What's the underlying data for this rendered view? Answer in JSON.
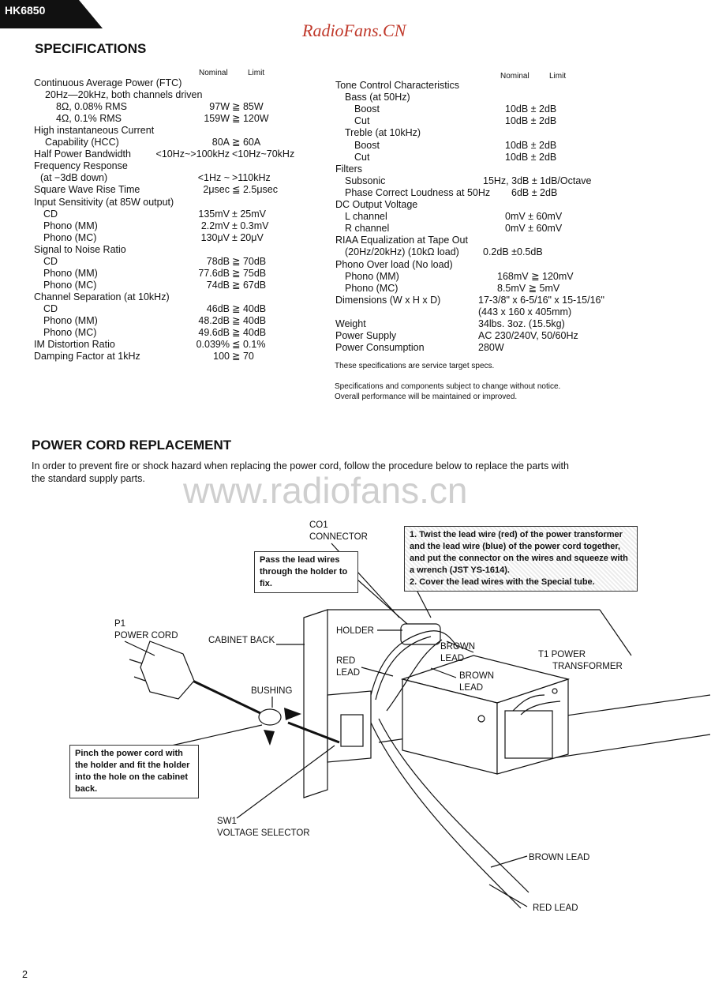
{
  "header": {
    "model": "HK6850",
    "watermark_top": "RadioFans.CN",
    "watermark_mid": "www.radiofans.cn"
  },
  "specs": {
    "title": "SPECIFICATIONS",
    "col_nominal": "Nominal",
    "col_limit": "Limit",
    "left_rows": [
      {
        "label": "Continuous Average Power (FTC)",
        "nominal": "",
        "limit": ""
      },
      {
        "label": "20Hz—20kHz, both channels driven",
        "nominal": "",
        "limit": ""
      },
      {
        "label": "8Ω, 0.08% RMS",
        "nominal": "97W",
        "limit": "≧ 85W"
      },
      {
        "label": "4Ω, 0.1% RMS",
        "nominal": "159W",
        "limit": "≧ 120W"
      },
      {
        "label": "High instantaneous Current",
        "nominal": "",
        "limit": ""
      },
      {
        "label": "Capability (HCC)",
        "nominal": "80A",
        "limit": "≧ 60A"
      },
      {
        "label": "Half Power Bandwidth",
        "nominal": "<10Hz~>100kHz",
        "limit": "<10Hz~70kHz"
      },
      {
        "label": "Frequency Response",
        "nominal": "",
        "limit": ""
      },
      {
        "label": "(at −3dB down)",
        "nominal": "<1Hz ~",
        "limit": ">110kHz"
      },
      {
        "label": "Square Wave Rise Time",
        "nominal": "2μsec",
        "limit": "≦ 2.5μsec"
      },
      {
        "label": "Input Sensitivity (at 85W output)",
        "nominal": "",
        "limit": ""
      },
      {
        "label": "CD",
        "nominal": "135mV",
        "limit": "± 25mV"
      },
      {
        "label": "Phono (MM)",
        "nominal": "2.2mV",
        "limit": "± 0.3mV"
      },
      {
        "label": "Phono (MC)",
        "nominal": "130μV",
        "limit": "± 20μV"
      },
      {
        "label": "Signal to Noise Ratio",
        "nominal": "",
        "limit": ""
      },
      {
        "label": "CD",
        "nominal": "78dB",
        "limit": "≧ 70dB"
      },
      {
        "label": "Phono (MM)",
        "nominal": "77.6dB",
        "limit": "≧ 75dB"
      },
      {
        "label": "Phono (MC)",
        "nominal": "74dB",
        "limit": "≧ 67dB"
      },
      {
        "label": "Channel Separation (at 10kHz)",
        "nominal": "",
        "limit": ""
      },
      {
        "label": "CD",
        "nominal": "46dB",
        "limit": "≧ 40dB"
      },
      {
        "label": "Phono (MM)",
        "nominal": "48.2dB",
        "limit": "≧ 40dB"
      },
      {
        "label": "Phono (MC)",
        "nominal": "49.6dB",
        "limit": "≧ 40dB"
      },
      {
        "label": "IM Distortion Ratio",
        "nominal": "0.039%",
        "limit": "≦ 0.1%"
      },
      {
        "label": "Damping Factor at 1kHz",
        "nominal": "100",
        "limit": "≧ 70"
      }
    ],
    "right_rows": [
      {
        "label": "Tone Control Characteristics",
        "value": ""
      },
      {
        "label": "Bass (at 50Hz)",
        "value": ""
      },
      {
        "label": "Boost",
        "value": "10dB ± 2dB"
      },
      {
        "label": "Cut",
        "value": "10dB ± 2dB"
      },
      {
        "label": "Treble (at 10kHz)",
        "value": ""
      },
      {
        "label": "Boost",
        "value": "10dB ± 2dB"
      },
      {
        "label": "Cut",
        "value": "10dB ± 2dB"
      },
      {
        "label": "Filters",
        "value": ""
      },
      {
        "label": "Subsonic",
        "value": "15Hz, 3dB ± 1dB/Octave"
      },
      {
        "label": "Phase Correct Loudness at 50Hz",
        "value": "6dB ± 2dB"
      },
      {
        "label": "DC Output Voltage",
        "value": ""
      },
      {
        "label": "L channel",
        "value": "0mV ± 60mV"
      },
      {
        "label": "R channel",
        "value": "0mV ± 60mV"
      },
      {
        "label": "RIAA Equalization at Tape Out",
        "value": ""
      },
      {
        "label": "(20Hz/20kHz) (10kΩ load)",
        "value": "0.2dB      ±0.5dB"
      },
      {
        "label": "Phono Over load (No load)",
        "value": ""
      },
      {
        "label": "Phono (MM)",
        "value": "168mV ≧ 120mV"
      },
      {
        "label": "Phono (MC)",
        "value": "8.5mV ≧ 5mV"
      },
      {
        "label": "Dimensions (W x H x D)",
        "value": "17-3/8\" x 6-5/16\" x 15-15/16\""
      },
      {
        "label": "",
        "value": "(443 x 160 x 405mm)"
      },
      {
        "label": "Weight",
        "value": "34lbs. 3oz. (15.5kg)"
      },
      {
        "label": "Power Supply",
        "value": "AC 230/240V, 50/60Hz"
      },
      {
        "label": "Power Consumption",
        "value": "280W"
      }
    ],
    "note1": "These specifications are service target specs.",
    "note2": "Specifications and components subject to change without notice.",
    "note3": "Overall performance will be maintained or improved."
  },
  "power_cord": {
    "title": "POWER CORD REPLACEMENT",
    "intro1": "In order to prevent fire or shock hazard when replacing the power cord, follow the procedure below to replace the parts with",
    "intro2": "the standard supply parts.",
    "box_pass": "Pass the lead wires through the holder to fix.",
    "box_steps1": "1. Twist the lead wire (red) of the power transformer and the lead wire (blue) of the power cord together, and put the connector on the wires and squeeze with a wrench (JST YS-1614).",
    "box_steps2": "2. Cover the lead wires with the Special tube.",
    "box_pinch": "Pinch the power cord with the holder and fit the holder into the hole on the cabinet back.",
    "lbl_co1": "CO1",
    "lbl_connector": "CONNECTOR",
    "lbl_p1": "P1",
    "lbl_power_cord": "POWER CORD",
    "lbl_cabinet_back": "CABINET BACK",
    "lbl_holder": "HOLDER",
    "lbl_brown_lead1a": "BROWN",
    "lbl_brown_lead1b": "LEAD",
    "lbl_red_lead_a": "RED",
    "lbl_red_lead_b": "LEAD",
    "lbl_brown_lead2a": "BROWN",
    "lbl_brown_lead2b": "LEAD",
    "lbl_t1": "T1 POWER",
    "lbl_transformer": "TRANSFORMER",
    "lbl_bushing": "BUSHING",
    "lbl_sw1": "SW1",
    "lbl_voltage_selector": "VOLTAGE SELECTOR",
    "lbl_brown_lead_bottom": "BROWN LEAD",
    "lbl_red_lead_bottom": "RED LEAD"
  },
  "footer": {
    "page_number": "2"
  }
}
